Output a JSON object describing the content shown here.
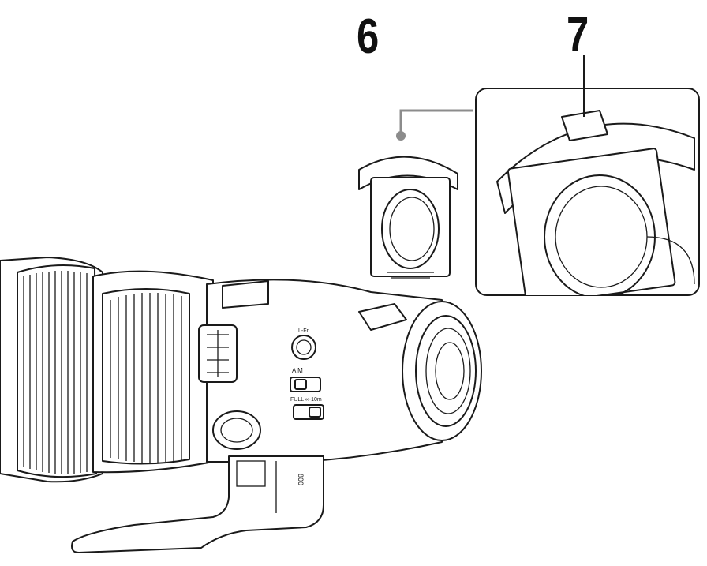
{
  "callouts": {
    "six": "6",
    "seven": "7"
  },
  "lens_markings": {
    "af_m_switch": "A        M",
    "range_switch": "FULL  ∞-10m",
    "lock_label": "L-Fn",
    "focal_length_engraving": "800"
  },
  "colors": {
    "line": "#1a1a1a",
    "leader": "#8c8c8c",
    "background": "#ffffff"
  }
}
